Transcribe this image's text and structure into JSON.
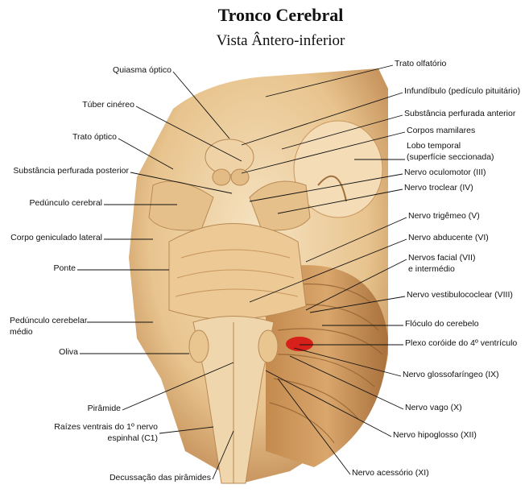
{
  "title": "Tronco Cerebral",
  "subtitle": "Vista Ântero-inferior",
  "colors": {
    "tissue": "#e8c48e",
    "tissue_dark": "#b98a55",
    "tissue_light": "#f6e3c2",
    "plexus": "#d8201a"
  },
  "left_labels": [
    "Quiasma óptico",
    "Túber cinéreo",
    "Trato óptico",
    "Substância perfurada posterior",
    "Pedúnculo cerebral",
    "Corpo geniculado lateral",
    "Ponte",
    "Pedúnculo cerebelar",
    "médio",
    "Oliva",
    "Pirâmide",
    "Raízes ventrais do 1º nervo",
    "espinhal (C1)",
    "Decussação das pirâmides"
  ],
  "right_labels": [
    "Trato olfatório",
    "Infundíbulo (pedículo pituitário)",
    "Substância perfurada anterior",
    "Corpos mamilares",
    "Lobo temporal",
    "(superfície seccionada)",
    "Nervo oculomotor (III)",
    "Nervo troclear (IV)",
    "Nervo trigêmeo (V)",
    "Nervo abducente (VI)",
    "Nervos facial (VII)",
    "e intermédio",
    "Nervo vestibulococlear (VIII)",
    "Flóculo do cerebelo",
    "Plexo coróide do 4º ventrículo",
    "Nervo glossofaríngeo (IX)",
    "Nervo vago (X)",
    "Nervo hipoglosso (XII)",
    "Nervo acessório (XI)"
  ]
}
